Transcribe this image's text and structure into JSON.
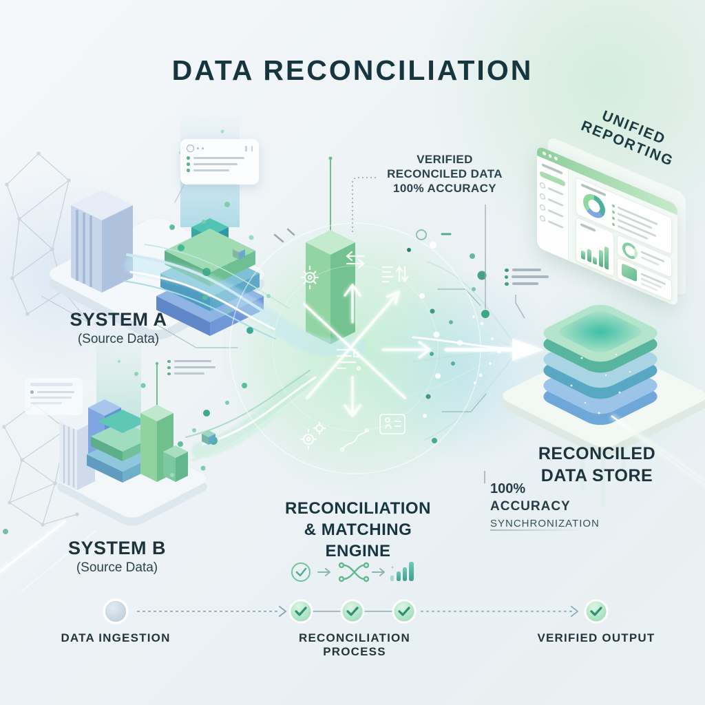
{
  "title": "DATA RECONCILIATION",
  "systems": {
    "a": {
      "name": "SYSTEM A",
      "subtitle": "(Source Data)"
    },
    "b": {
      "name": "SYSTEM B",
      "subtitle": "(Source Data)"
    }
  },
  "engine": {
    "line1": "RECONCILIATION",
    "line2": "& MATCHING ENGINE"
  },
  "store": {
    "line1": "RECONCILED",
    "line2": "DATA STORE"
  },
  "reporting": {
    "line1": "UNIFIED",
    "line2": "REPORTING"
  },
  "annotations": {
    "verified": {
      "line1": "VERIFIED",
      "line2": "RECONCILED DATA",
      "line3": "100% ACCURACY"
    },
    "sync": {
      "line1": "100%",
      "line2": "ACCURACY",
      "line3": "SYNCHRONIZATION"
    }
  },
  "timeline": {
    "steps": [
      {
        "label": "DATA INGESTION",
        "state": "pending"
      },
      {
        "label": "RECONCILIATION PROCESS",
        "state": "complete"
      },
      {
        "label": "VERIFIED OUTPUT",
        "state": "complete"
      }
    ]
  },
  "mini_process_icons": [
    "check-circle-icon",
    "shuffle-icon",
    "bar-chart-icon"
  ],
  "engine_icons": [
    "gear-icon",
    "swap-arrows-icon",
    "sort-document-icon",
    "matching-list-icon",
    "gear-pair-icon",
    "shuffle-sketch-icon",
    "record-card-icon"
  ],
  "colors": {
    "heading": "#17353e",
    "body_text": "#2a434c",
    "accent_green": "#6fc49a",
    "accent_teal": "#4aa898",
    "accent_blue": "#7fa8d8",
    "check_green": "#2e8b6f",
    "timeline_gray": "#9fb4c4",
    "background_start": "#f5f8fa",
    "background_end": "#e9f0f3"
  }
}
